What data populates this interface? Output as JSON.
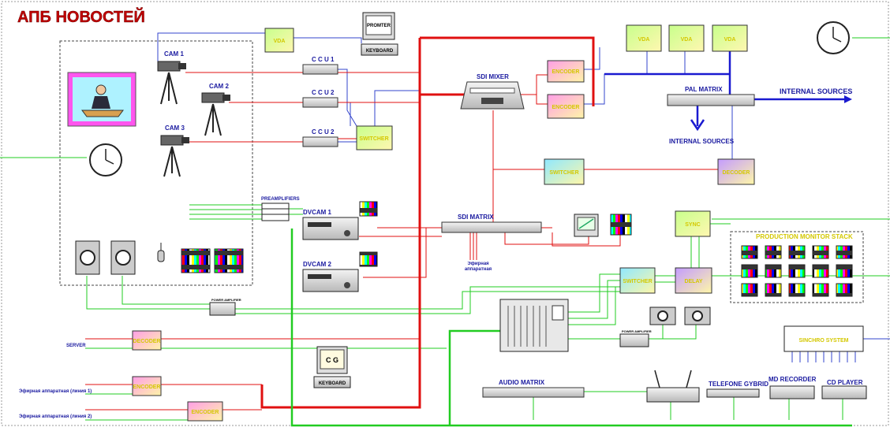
{
  "title": "АПБ НОВОСТЕЙ",
  "labels": {
    "cam1": "CAM 1",
    "cam2": "CAM 2",
    "cam3": "CAM 3",
    "ccu1": "C C U 1",
    "ccu2a": "C C U 2",
    "ccu2b": "C C U 2",
    "prompter": "PROMTER",
    "keyboard1": "KEYBOARD",
    "keyboard2": "KEYBOARD",
    "cg": "C G",
    "sdi_mixer": "SDI MIXER",
    "pal_matrix": "PAL MATRIX",
    "internal_sources_right": "INTERNAL SOURCES",
    "internal_sources_down": "INTERNAL SOURCES",
    "preamplifiers": "PREAMPLIFIERS",
    "dvcam1": "DVCAM 1",
    "dvcam2": "DVCAM 2",
    "sdi_matrix": "SDI MATRIX",
    "efir_app": "Эфирная аппаратная",
    "production_stack": "PRODUCTION MONITOR STACK",
    "power_amp1": "POWER AMPLIFIER",
    "power_amp2": "POWER AMPLIFIER",
    "server": "SERVER",
    "efir1": "Эфирная аппаратная (линия 1)",
    "efir2": "Эфирная аппаратная (линия 2)",
    "audio_matrix": "AUDIO MATRIX",
    "telefone": "TELEFONE GYBRID",
    "md_recorder": "MD RECORDER",
    "cd_player": "CD PLAYER",
    "synchro": "SINCHRO SYSTEM"
  },
  "blocks": {
    "vda1": "VDA",
    "vda2": "VDA",
    "vda3": "VDA",
    "vda4": "VDA",
    "switcher_ccu": "SWITCHER",
    "encoder1": "ENCODER",
    "encoder2": "ENCODER",
    "switcher_mid": "SWITCHER",
    "decoder_right": "DECODER",
    "sync": "SYNC",
    "switcher_audio": "SWITCHER",
    "delay": "DELAY",
    "decoder_server": "DECODER",
    "encoder_line1": "ENCODER",
    "encoder_line2": "ENCODER"
  },
  "colors": {
    "red_bus": "#e01010",
    "green_bus": "#22cc22",
    "blue_bus": "#1a1ad0",
    "title": "#c00000"
  }
}
